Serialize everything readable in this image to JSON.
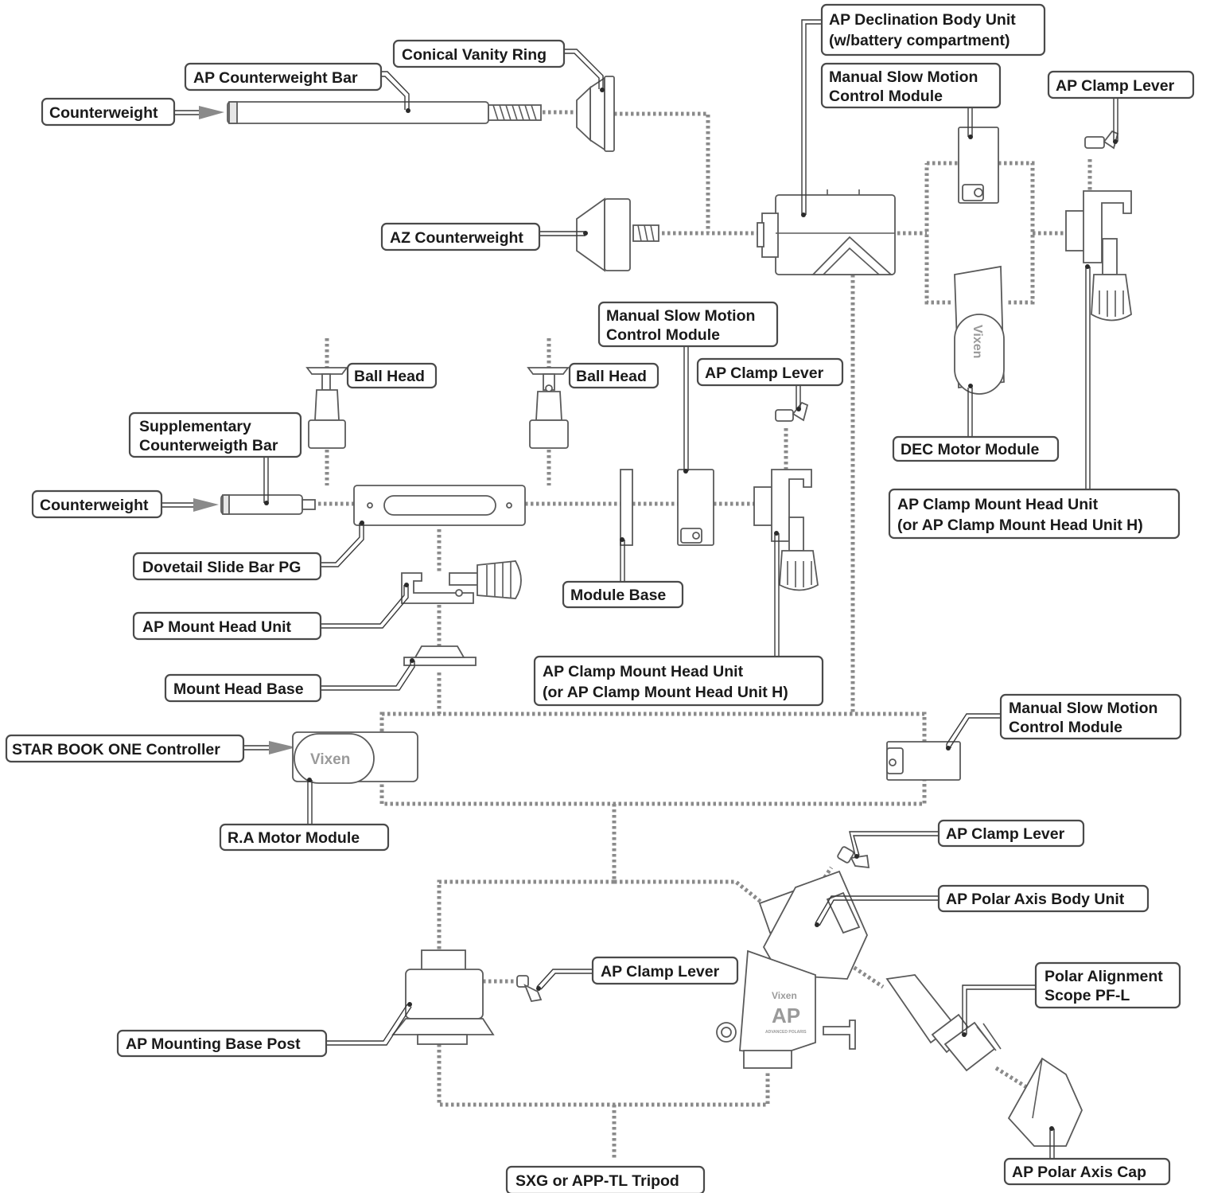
{
  "labels": {
    "ap_declination_body_unit": [
      "AP Declination Body Unit",
      "(w/battery compartment)"
    ],
    "conical_vanity_ring": [
      "Conical Vanity Ring"
    ],
    "ap_counterweight_bar": [
      "AP Counterweight Bar"
    ],
    "counterweight_top": [
      "Counterweight"
    ],
    "manual_slow_motion_top": [
      "Manual Slow Motion",
      "Control Module"
    ],
    "ap_clamp_lever_top_right": [
      "AP Clamp Lever"
    ],
    "az_counterweight": [
      "AZ Counterweight"
    ],
    "manual_slow_motion_mid": [
      "Manual Slow Motion",
      "Control Module"
    ],
    "ball_head_left": [
      "Ball Head"
    ],
    "ball_head_right": [
      "Ball Head"
    ],
    "ap_clamp_lever_mid": [
      "AP Clamp Lever"
    ],
    "supplementary_counterweight_bar": [
      "Supplementary",
      "Counterweigth Bar"
    ],
    "dec_motor_module": [
      "DEC Motor Module"
    ],
    "counterweight_mid": [
      "Counterweight"
    ],
    "ap_clamp_mount_head_unit_right": [
      "AP Clamp Mount Head Unit",
      "(or AP Clamp Mount Head Unit H)"
    ],
    "dovetail_slide_bar_pg": [
      "Dovetail Slide Bar PG"
    ],
    "module_base": [
      "Module Base"
    ],
    "ap_mount_head_unit": [
      "AP Mount Head Unit"
    ],
    "ap_clamp_mount_head_unit_mid": [
      "AP Clamp Mount Head Unit",
      "(or AP Clamp Mount Head Unit H)"
    ],
    "mount_head_base": [
      "Mount Head Base"
    ],
    "manual_slow_motion_low": [
      "Manual Slow Motion",
      "Control Module"
    ],
    "star_book_one_controller": [
      "STAR BOOK ONE Controller"
    ],
    "ra_motor_module": [
      "R.A Motor Module"
    ],
    "ap_clamp_lever_low_right": [
      "AP Clamp Lever"
    ],
    "ap_polar_axis_body_unit": [
      "AP Polar Axis Body Unit"
    ],
    "ap_clamp_lever_base": [
      "AP Clamp Lever"
    ],
    "polar_alignment_scope": [
      "Polar Alignment",
      "Scope PF-L"
    ],
    "ap_mounting_base_post": [
      "AP Mounting Base Post"
    ],
    "ap_polar_axis_cap": [
      "AP Polar Axis Cap"
    ],
    "tripod": [
      "SXG or APP-TL Tripod"
    ]
  },
  "logos": {
    "brand": "Vixen",
    "ap_mark": "AP",
    "ap_sub": "ADVANCED POLARIS"
  },
  "colors": {
    "connector": "#8a8a8a",
    "outline": "#4a4a4a",
    "part": "#5a5a5a"
  }
}
